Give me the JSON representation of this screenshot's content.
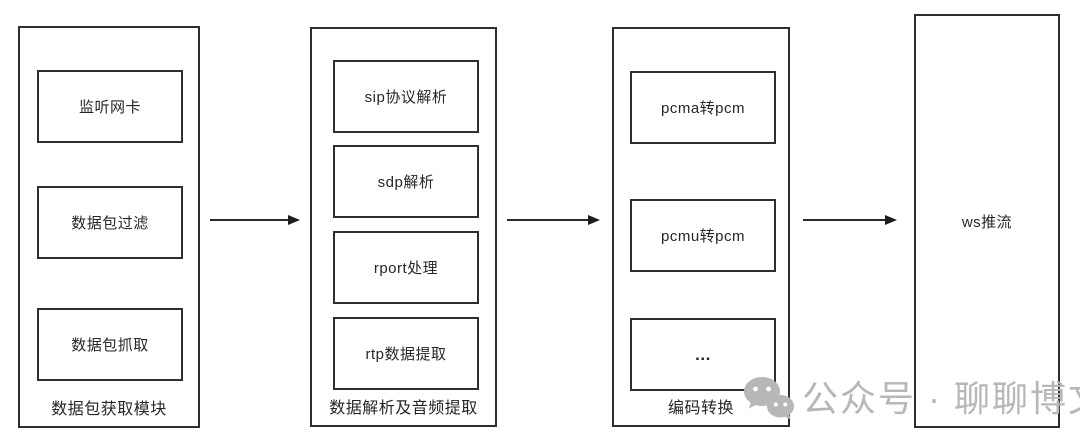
{
  "diagram": {
    "columns": [
      {
        "label": "数据包获取模块",
        "items": [
          "监听网卡",
          "数据包过滤",
          "数据包抓取"
        ]
      },
      {
        "label": "数据解析及音频提取",
        "items": [
          "sip协议解析",
          "sdp解析",
          "rport处理",
          "rtp数据提取"
        ]
      },
      {
        "label": "编码转换",
        "items": [
          "pcma转pcm",
          "pcmu转pcm",
          "..."
        ]
      },
      {
        "label": "ws推流",
        "items": []
      }
    ],
    "colors": {
      "line": "#2e2e2e",
      "background": "#ffffff",
      "watermark": "#b7b7b7"
    }
  },
  "watermark": {
    "icon": "wechat-icon",
    "text": "公众号 · 聊聊博文"
  }
}
